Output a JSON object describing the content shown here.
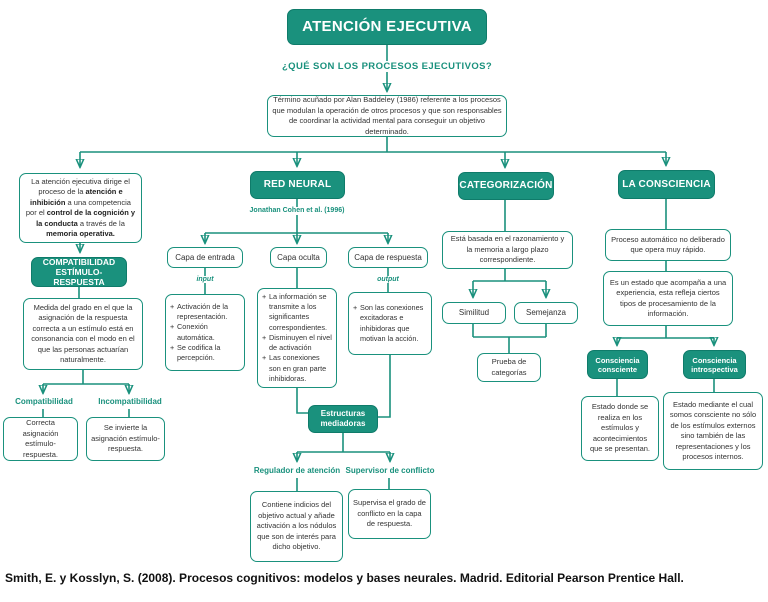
{
  "colors": {
    "teal": "#1a917d"
  },
  "header": {
    "title": "ATENCIÓN EJECUTIVA",
    "subtitle": "¿QUÉ SON LOS PROCESOS EJECUTIVOS?",
    "definition": "Término acuñado por Alan Baddeley (1986) referente a los procesos que modulan la operación de otros procesos y que son responsables de coordinar la actividad mental para conseguir un objetivo determinado."
  },
  "left": {
    "intro": {
      "s1": "La atención ejecutiva dirige el proceso de la ",
      "b1": "atención e inhibición",
      "s2": " a una competencia por el ",
      "b2": "control de la cognición y la conducta",
      "s3": " a través de la ",
      "b3": "memoria operativa."
    },
    "header": "COMPATIBILIDAD ESTÍMULO-RESPUESTA",
    "description": "Medida del grado en el que la asignación de la respuesta correcta a un estímulo está en consonancia con el modo en el que las personas actuarían naturalmente.",
    "compatibilidad": {
      "label": "Compatibilidad",
      "text": "Correcta asignación estímulo-respuesta."
    },
    "incompatibilidad": {
      "label": "Incompatibilidad",
      "text": "Se invierte la asignación estímulo-respuesta."
    }
  },
  "red_neural": {
    "header": "RED NEURAL",
    "credit": "Jonathan Cohen et al. (1996)",
    "capa_entrada": {
      "label": "Capa de entrada",
      "tag": "input",
      "bullets": [
        "Activación de la representación.",
        "Conexión automática.",
        "Se codifica la percepción."
      ]
    },
    "capa_oculta": {
      "label": "Capa oculta",
      "bullets": [
        "La información se transmite a los significantes correspondientes.",
        "Disminuyen el nivel de activación",
        "Las conexiones son en gran parte inhibidoras."
      ]
    },
    "capa_respuesta": {
      "label": "Capa de respuesta",
      "tag": "output",
      "bullets": [
        "Son las conexiones excitadoras e inhibidoras que motivan la acción."
      ]
    },
    "estructuras": {
      "header": "Estructuras mediadoras",
      "regulador": {
        "label": "Regulador de atención",
        "text": "Contiene indicios del objetivo actual y añade activación a los nódulos que son de interés para dicho objetivo."
      },
      "supervisor": {
        "label": "Supervisor de conflicto",
        "text": "Supervisa el grado de conflicto en la capa de respuesta."
      }
    }
  },
  "categorizacion": {
    "header": "CATEGORIZACIÓN",
    "description": "Está basada en el razonamiento y la memoria a largo plazo correspondiente.",
    "similitud": "Similitud",
    "semejanza": "Semejanza",
    "prueba": "Prueba de categorías"
  },
  "consciencia": {
    "header": "LA CONSCIENCIA",
    "box1": "Proceso automático no deliberado que opera muy rápido.",
    "box2": "Es un estado que acompaña a una experiencia, esta refleja ciertos tipos de procesamiento de la información.",
    "consciente": {
      "header": "Consciencia consciente",
      "text": "Estado donde se realiza en los estímulos y acontecimientos que se presentan."
    },
    "introspectiva": {
      "header": "Consciencia introspectiva",
      "text": "Estado mediante el cual somos consciente no sólo de los estímulos externos sino también de las representaciones y los procesos internos."
    }
  },
  "citation": "Smith, E. y Kosslyn, S. (2008). Procesos cognitivos: modelos y bases neurales. Madrid. Editorial Pearson Prentice Hall."
}
